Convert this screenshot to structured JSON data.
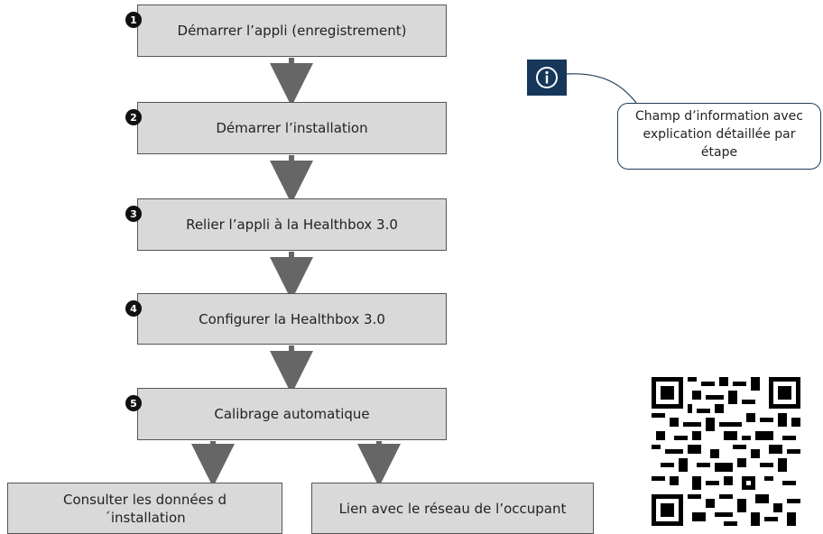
{
  "steps": [
    {
      "number": "1",
      "label": "Démarrer l’appli (enregistrement)"
    },
    {
      "number": "2",
      "label": "Démarrer l’installation"
    },
    {
      "number": "3",
      "label": "Relier l’appli à la Healthbox 3.0"
    },
    {
      "number": "4",
      "label": "Configurer la Healthbox 3.0"
    },
    {
      "number": "5",
      "label": "Calibrage automatique"
    }
  ],
  "outcomes": [
    {
      "label": "Consulter les données d´installation"
    },
    {
      "label": "Lien avec le réseau de l’occupant"
    }
  ],
  "info": {
    "icon": "info-icon",
    "text": "Champ d’information avec explication détaillée par étape"
  },
  "qr_code": {
    "icon": "qr-code-icon"
  },
  "colors": {
    "box_fill": "#d9d9d9",
    "arrow": "#666666",
    "info_blue": "#16375a"
  }
}
